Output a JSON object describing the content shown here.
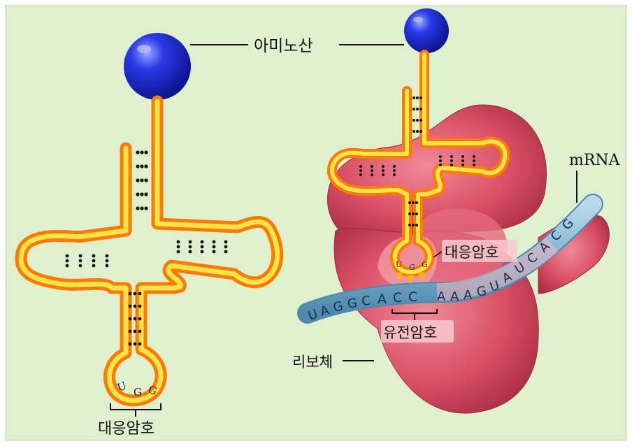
{
  "labels": {
    "amino_acid": "아미노산",
    "anticodon_left": "대응암호",
    "anticodon_right": "대응암호",
    "codon": "유전암호",
    "ribosome": "리보체",
    "mrna": "mRNA"
  },
  "anticodon_bases": [
    "U",
    "G",
    "G"
  ],
  "mrna_bases": [
    "U",
    "A",
    "G",
    "G",
    "C",
    "A",
    "C",
    "C",
    "A",
    "A",
    "A",
    "G",
    "U",
    "A",
    "U",
    "C",
    "A",
    "C",
    "G"
  ],
  "colors": {
    "background": "#dff0cf",
    "trna_strand": "#ffc21a",
    "amino_acid_ball": "#1f2fd0",
    "ribosome": "#d84e63",
    "mrna_strand": "#7fb2cf",
    "label_highlight": "#f7c9cf"
  }
}
